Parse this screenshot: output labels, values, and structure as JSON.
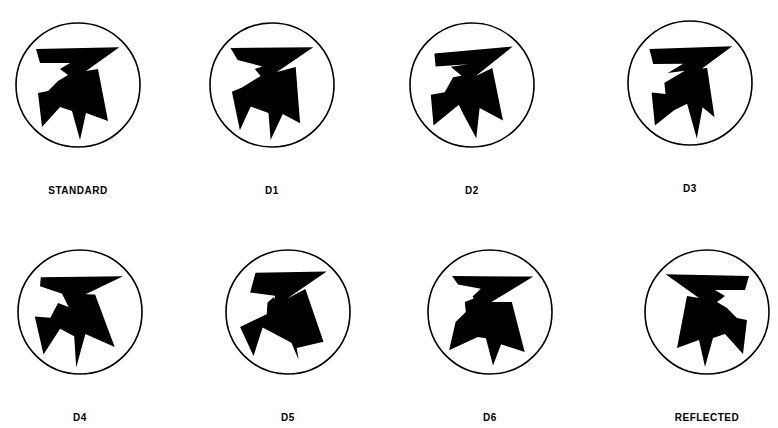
{
  "diagram": {
    "labels": [
      "STANDARD",
      "D1",
      "D2",
      "D3",
      "D4",
      "D5",
      "D6",
      "REFLECTED"
    ]
  }
}
